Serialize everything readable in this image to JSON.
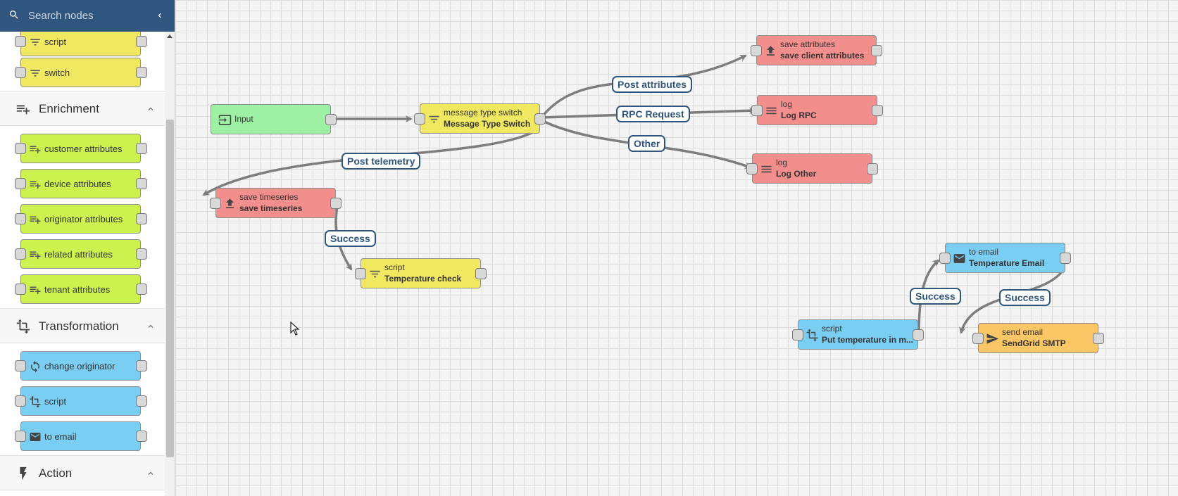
{
  "search": {
    "placeholder": "Search nodes"
  },
  "palette": {
    "filter_items": [
      {
        "label": "script",
        "icon": "filter-icon"
      },
      {
        "label": "switch",
        "icon": "filter-icon"
      }
    ],
    "enrichment": {
      "title": "Enrichment",
      "items": [
        {
          "label": "customer attributes",
          "icon": "playlist-add-icon"
        },
        {
          "label": "device attributes",
          "icon": "playlist-add-icon"
        },
        {
          "label": "originator attributes",
          "icon": "playlist-add-icon"
        },
        {
          "label": "related attributes",
          "icon": "playlist-add-icon"
        },
        {
          "label": "tenant attributes",
          "icon": "playlist-add-icon"
        }
      ]
    },
    "transformation": {
      "title": "Transformation",
      "items": [
        {
          "label": "change originator",
          "icon": "sync-icon"
        },
        {
          "label": "script",
          "icon": "transform-icon"
        },
        {
          "label": "to email",
          "icon": "email-icon"
        }
      ]
    },
    "action": {
      "title": "Action"
    }
  },
  "canvas": {
    "input": {
      "label": "Input"
    },
    "nodes": {
      "msg_switch": {
        "type": "message type switch",
        "name": "Message Type Switch"
      },
      "save_attrs": {
        "type": "save attributes",
        "name": "save client attributes"
      },
      "log_rpc": {
        "type": "log",
        "name": "Log RPC"
      },
      "log_other": {
        "type": "log",
        "name": "Log Other"
      },
      "save_ts": {
        "type": "save timeseries",
        "name": "save timeseries"
      },
      "temp_check": {
        "type": "script",
        "name": "Temperature check"
      },
      "to_email": {
        "type": "to email",
        "name": "Temperature Email"
      },
      "put_temp": {
        "type": "script",
        "name": "Put temperature in m..."
      },
      "send_email": {
        "type": "send email",
        "name": "SendGrid SMTP"
      }
    },
    "links": {
      "post_attributes": "Post attributes",
      "rpc_request": "RPC Request",
      "other": "Other",
      "post_telemetry": "Post telemetry",
      "success_1": "Success",
      "success_2": "Success",
      "success_3": "Success"
    }
  },
  "colors": {
    "header": "#305680",
    "filter": "#f1e861",
    "enrichment": "#cdf14e",
    "transformation": "#79cef1",
    "input": "#9df0a4",
    "action": "#f28e8c",
    "external": "#fbc766"
  }
}
